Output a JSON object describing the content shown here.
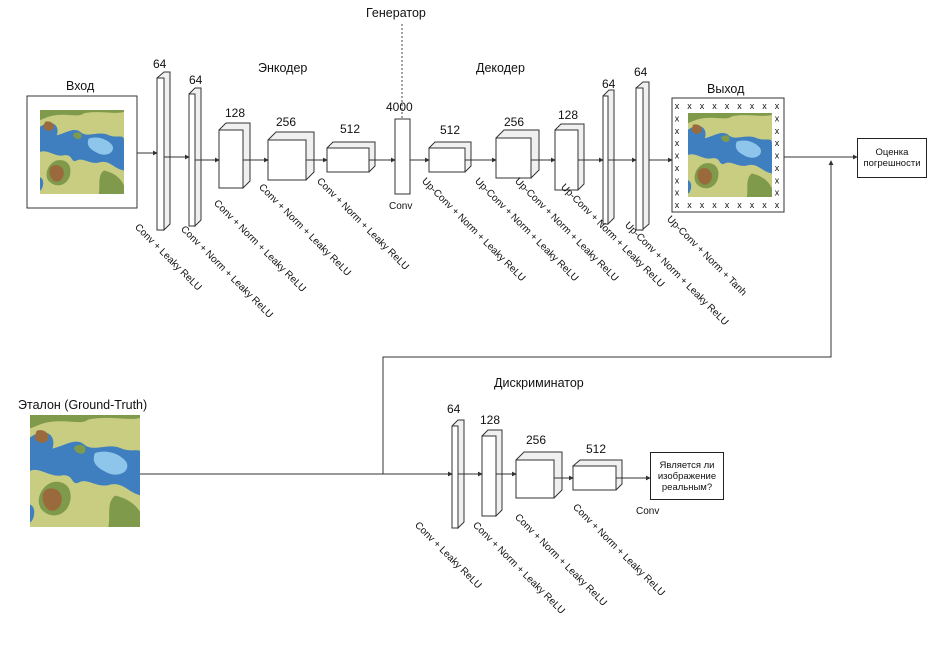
{
  "sections": {
    "generator": "Генератор",
    "encoder": "Энкодер",
    "decoder": "Декодер",
    "discriminator": "Дискриминатор"
  },
  "io": {
    "input": "Вход",
    "output": "Выход",
    "ground_truth": "Эталон (Ground-Truth)"
  },
  "generator_layers": [
    {
      "channels": "64",
      "op": "Conv + Leaky ReLU"
    },
    {
      "channels": "64",
      "op": "Conv + Norm + Leaky ReLU"
    },
    {
      "channels": "128",
      "op": "Conv + Norm + Leaky ReLU"
    },
    {
      "channels": "256",
      "op": "Conv + Norm + Leaky ReLU"
    },
    {
      "channels": "512",
      "op": "Conv + Norm + Leaky ReLU"
    },
    {
      "channels": "4000",
      "op": "Conv"
    },
    {
      "channels": "512",
      "op": "Up-Conv + Norm + Leaky ReLU"
    },
    {
      "channels": "256",
      "op": "Up-Conv + Norm + Leaky ReLU"
    },
    {
      "channels": "128",
      "op": "Up-Conv + Norm + Leaky ReLU"
    },
    {
      "channels": "64",
      "op": "Up-Conv + Norm + Leaky ReLU"
    },
    {
      "channels": "64",
      "op": "Up-Conv + Norm + Leaky ReLU"
    },
    {
      "channels": "",
      "op": "Up-Conv + Norm + Tanh"
    }
  ],
  "discriminator_layers": [
    {
      "channels": "64",
      "op": "Conv + Leaky ReLU"
    },
    {
      "channels": "128",
      "op": "Conv + Norm + Leaky ReLU"
    },
    {
      "channels": "256",
      "op": "Conv + Norm + Leaky ReLU"
    },
    {
      "channels": "512",
      "op": "Conv + Norm + Leaky ReLU"
    },
    {
      "channels": "",
      "op": "Conv"
    }
  ],
  "error_box": "Оценка погрешности",
  "real_box": "Является ли изображение реальным?",
  "mask_marker": "x",
  "colors": {
    "water_deep": "#3f7fc0",
    "water_light": "#8ec5ea",
    "grass": "#c8cd82",
    "forest": "#7f9a4a",
    "mountain": "#9a6a3c"
  },
  "icons": [
    "map-input-icon",
    "map-output-icon",
    "map-ground-truth-icon"
  ]
}
